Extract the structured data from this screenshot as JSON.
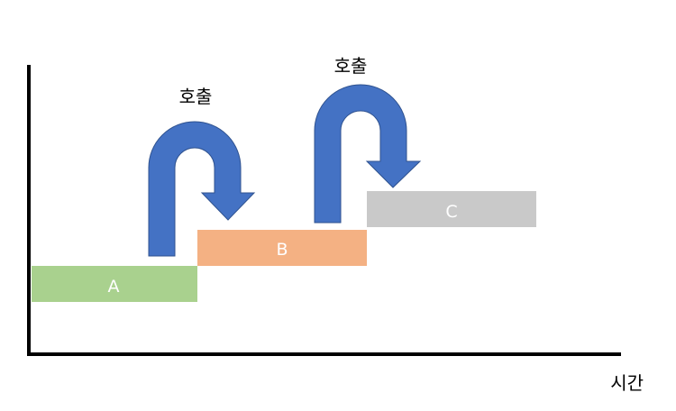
{
  "diagram": {
    "axis_label": "시간",
    "blocks": [
      {
        "label": "A",
        "color": "#a9d18e"
      },
      {
        "label": "B",
        "color": "#f4b183"
      },
      {
        "label": "C",
        "color": "#c9c9c9"
      }
    ],
    "calls": [
      {
        "label": "호출",
        "color": "#4472c4"
      },
      {
        "label": "호출",
        "color": "#4472c4"
      }
    ],
    "axis_color": "#000000"
  }
}
